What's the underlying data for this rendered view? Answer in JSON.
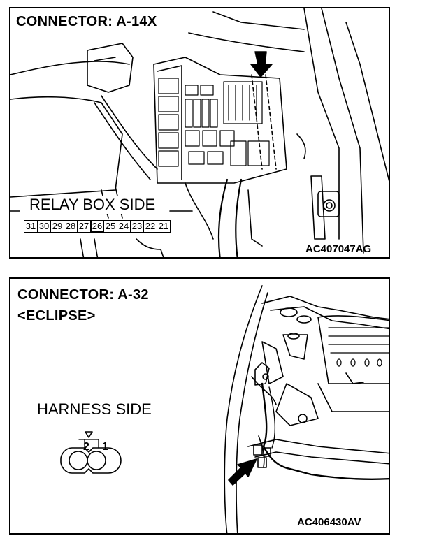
{
  "top_panel": {
    "title": "CONNECTOR: A-14X",
    "side_label": "RELAY BOX SIDE",
    "pins": [
      "31",
      "30",
      "29",
      "28",
      "27",
      "26",
      "25",
      "24",
      "23",
      "22",
      "21"
    ],
    "boxed_pin": "26",
    "figure_code": "AC407047AG"
  },
  "bottom_panel": {
    "title": "CONNECTOR: A-32",
    "subtitle": "<ECLIPSE>",
    "side_label": "HARNESS SIDE",
    "connector_pins": [
      "2",
      "1"
    ],
    "figure_code": "AC406430AV"
  }
}
